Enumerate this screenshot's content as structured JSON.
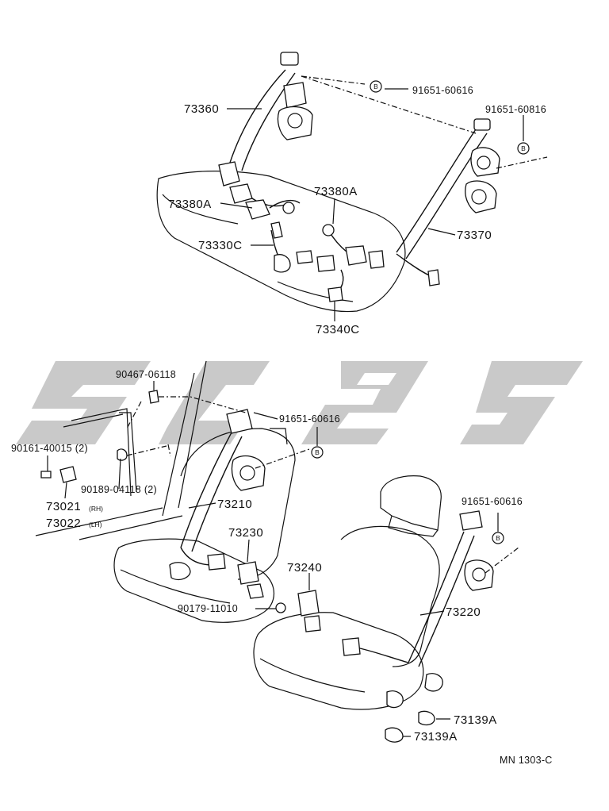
{
  "diagram": {
    "labels": {
      "p73360": "73360",
      "p73380a_left": "73380A",
      "p73330c": "73330C",
      "p73380a_right": "73380A",
      "p73370": "73370",
      "p73340c": "73340C",
      "p91651_top": "91651-60616",
      "p91651_topright": "91651-60816",
      "p90467": "90467-06118",
      "p91651_mid": "91651-60616",
      "p90161": "90161-40015 (2)",
      "p90189": "90189-04118 (2)",
      "p73021": "73021",
      "p73021_side": "(RH)",
      "p73022": "73022",
      "p73022_side": "(LH)",
      "p73210": "73210",
      "p73230": "73230",
      "p73240": "73240",
      "p90179": "90179-11010",
      "p91651_right": "91651-60616",
      "p73220": "73220",
      "p73139a_upper": "73139A",
      "p73139a_lower": "73139A",
      "ref_code": "MN 1303-C"
    },
    "marker_letter": "B",
    "colors": {
      "ink": "#111111",
      "watermark": "#c9c9c9",
      "paper": "#ffffff"
    }
  }
}
